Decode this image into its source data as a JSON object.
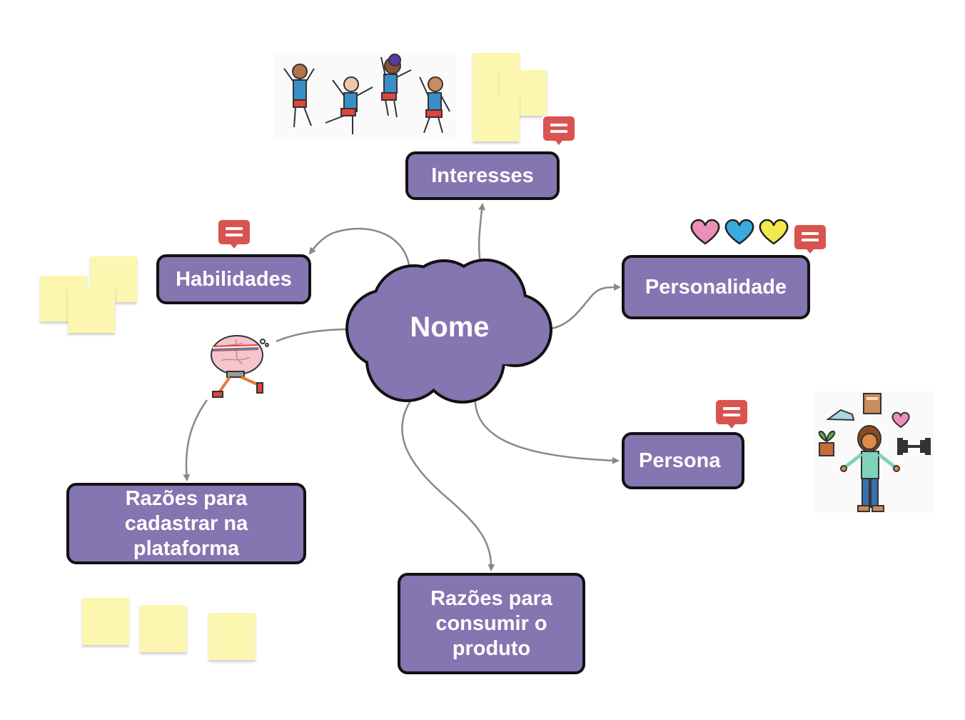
{
  "center": {
    "label": "Nome"
  },
  "nodes": {
    "interesses": "Interesses",
    "habilidades": "Habilidades",
    "personalidade": "Personalidade",
    "persona": "Persona",
    "razoes_cadastrar": "Razões para cadastrar na plataforma",
    "razoes_consumir": "Razões para consumir o produto"
  },
  "colors": {
    "node_fill": "#8575b0",
    "node_border": "#111111",
    "connector": "#888888",
    "sticky_note": "#fcf6b1",
    "comment_badge": "#d9534f",
    "heart_pink": "#ec8fb8",
    "heart_blue": "#3aa9dc",
    "heart_yellow": "#f2ea4a"
  },
  "icons": [
    "dancing-people-illustration",
    "heart-row",
    "running-brain-illustration",
    "person-hobbies-illustration",
    "comment-icon",
    "sticky-note"
  ]
}
